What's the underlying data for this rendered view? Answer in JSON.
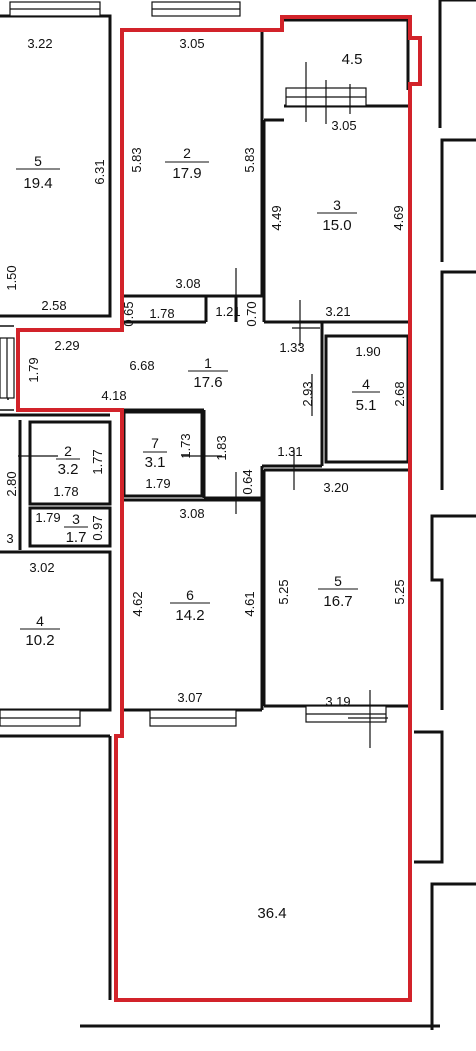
{
  "colors": {
    "outline": "#d2232a",
    "walls": "#111111",
    "background": "#ffffff"
  },
  "rooms": [
    {
      "key": "r1",
      "num": "1",
      "area": "17.6"
    },
    {
      "key": "r2",
      "num": "2",
      "area": "17.9"
    },
    {
      "key": "r3",
      "num": "3",
      "area": "15.0"
    },
    {
      "key": "r4",
      "num": "4",
      "area": "5.1"
    },
    {
      "key": "r5",
      "num": "5",
      "area": "16.7"
    },
    {
      "key": "r6",
      "num": "6",
      "area": "14.2"
    },
    {
      "key": "r7",
      "num": "7",
      "area": "3.1"
    },
    {
      "key": "balcony_top",
      "num": "",
      "area": "4.5"
    },
    {
      "key": "terrace",
      "num": "",
      "area": "36.4"
    },
    {
      "key": "n5",
      "num": "5",
      "area": "19.4"
    },
    {
      "key": "n2",
      "num": "2",
      "area": "3.2"
    },
    {
      "key": "n3",
      "num": "3",
      "area": "1.7"
    },
    {
      "key": "n4",
      "num": "4",
      "area": "10.2"
    }
  ],
  "dimensions": [
    "3.22",
    "3.05",
    "5.83",
    "5.83",
    "3.05",
    "4.49",
    "4.69",
    "6.31",
    "1.50",
    "2.58",
    "3.08",
    "1.21",
    "0.70",
    "0.65",
    "1.78",
    "3.21",
    "2.29",
    "6.68",
    "1.33",
    "1.90",
    "1.79",
    "2.93",
    "2.68",
    "4.18",
    "1.73",
    "1.83",
    "1.31",
    "2.80",
    "1.77",
    "1.78",
    "1.79",
    "0.64",
    "3.20",
    "1.79",
    "0.97",
    "3.08",
    "3",
    "3.02",
    "4.62",
    "4.61",
    "5.25",
    "5.25",
    "3.07",
    "3.19"
  ]
}
